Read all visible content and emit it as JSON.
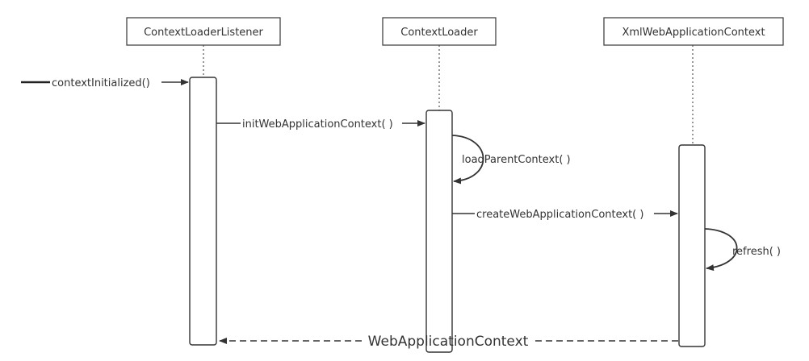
{
  "participants": {
    "listener": "ContextLoaderListener",
    "loader": "ContextLoader",
    "web_context": "XmlWebApplicationContext"
  },
  "messages": {
    "context_initialized": "contextInitialized()",
    "init_web_app_context": "initWebApplicationContext( )",
    "load_parent_context": "loadParentContext( )",
    "create_web_app_context": "createWebApplicationContext( )",
    "refresh": "refresh( )",
    "return_value": "WebApplicationContext"
  }
}
